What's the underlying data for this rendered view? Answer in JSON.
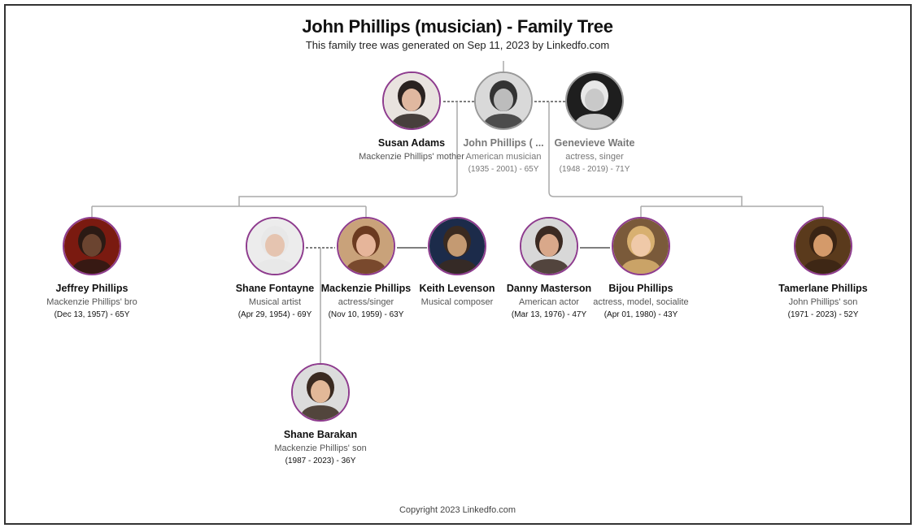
{
  "header": {
    "title": "John Phillips (musician) - Family Tree",
    "subtitle": "This family tree was generated on Sep 11, 2023 by Linkedfo.com"
  },
  "footer": {
    "copyright": "Copyright 2023 Linkedfo.com"
  },
  "accent_color": "#8e3c8e",
  "people": [
    {
      "id": "susan",
      "name": "Susan Adams",
      "desc": "Mackenzie Phillips' mother",
      "life": "",
      "avatar": "photo-avatar",
      "photo_tones": [
        "#e9e3df",
        "#2a2220",
        "#e0b8a0"
      ]
    },
    {
      "id": "john",
      "name": "John Phillips ( ...",
      "desc": "American musician",
      "life": "(1935 - 2001) - 65Y",
      "avatar": "photo-avatar",
      "faded": true,
      "photo_tones": [
        "#d9d9d9",
        "#333333",
        "#bcbcbc"
      ]
    },
    {
      "id": "genevieve",
      "name": "Genevieve Waite",
      "desc": "actress, singer",
      "life": "(1948 - 2019) - 71Y",
      "avatar": "photo-avatar",
      "faded": true,
      "photo_tones": [
        "#1e1e1e",
        "#e8e8e8",
        "#c9c9c9"
      ]
    },
    {
      "id": "jeffrey",
      "name": "Jeffrey Phillips",
      "desc": "Mackenzie Phillips' bro",
      "life": "(Dec 13, 1957) - 65Y",
      "avatar": "photo-avatar",
      "photo_tones": [
        "#7a1a10",
        "#2b1a14",
        "#6b4430"
      ]
    },
    {
      "id": "shane_f",
      "name": "Shane Fontayne",
      "desc": "Musical artist",
      "life": "(Apr 29, 1954) - 69Y",
      "avatar": "photo-avatar",
      "photo_tones": [
        "#ececec",
        "#e8e8e8",
        "#e5c4b0"
      ]
    },
    {
      "id": "mackenzie",
      "name": "Mackenzie Phillips",
      "desc": "actress/singer",
      "life": "(Nov 10, 1959) - 63Y",
      "avatar": "photo-avatar",
      "photo_tones": [
        "#c9a27a",
        "#6b3a20",
        "#e6b59a"
      ]
    },
    {
      "id": "keith",
      "name": "Keith Levenson",
      "desc": "Musical composer",
      "life": "",
      "avatar": "photo-avatar",
      "photo_tones": [
        "#1c2b4a",
        "#3a2a20",
        "#c49a72"
      ]
    },
    {
      "id": "danny",
      "name": "Danny Masterson",
      "desc": "American actor",
      "life": "(Mar 13, 1976) - 47Y",
      "avatar": "photo-avatar",
      "photo_tones": [
        "#d8d8d8",
        "#3b2a22",
        "#d9a88a"
      ]
    },
    {
      "id": "bijou",
      "name": "Bijou Phillips",
      "desc": "actress, model, socialite",
      "life": "(Apr 01, 1980) - 43Y",
      "avatar": "photo-avatar",
      "photo_tones": [
        "#7a5a3a",
        "#d8b070",
        "#efc9a8"
      ]
    },
    {
      "id": "tamerlane",
      "name": "Tamerlane Phillips",
      "desc": "John Phillips' son",
      "life": "(1971 - 2023) - 52Y",
      "avatar": "photo-avatar",
      "photo_tones": [
        "#5a3a1c",
        "#3a2414",
        "#d49a6a"
      ]
    },
    {
      "id": "shane_b",
      "name": "Shane Barakan",
      "desc": "Mackenzie Phillips' son",
      "life": "(1987 - 2023) - 36Y",
      "avatar": "photo-avatar",
      "photo_tones": [
        "#dcdcdc",
        "#3a2a20",
        "#e2b898"
      ]
    }
  ]
}
